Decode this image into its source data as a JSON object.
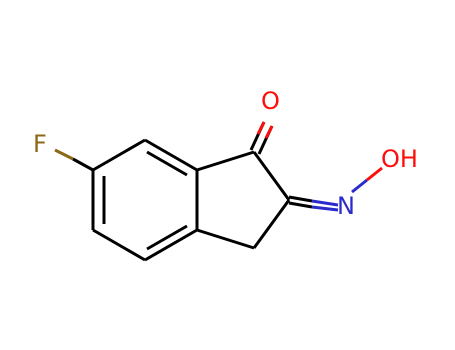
{
  "colors": {
    "carbon": "#000000",
    "fluorine": "#8b6914",
    "oxygen": "#ff0d0d",
    "nitrogen": "#2b2bcc"
  },
  "atoms": {
    "fluorine": "F",
    "ketone_oxygen": "O",
    "oxime_nitrogen": "N",
    "hydroxyl": "OH"
  }
}
